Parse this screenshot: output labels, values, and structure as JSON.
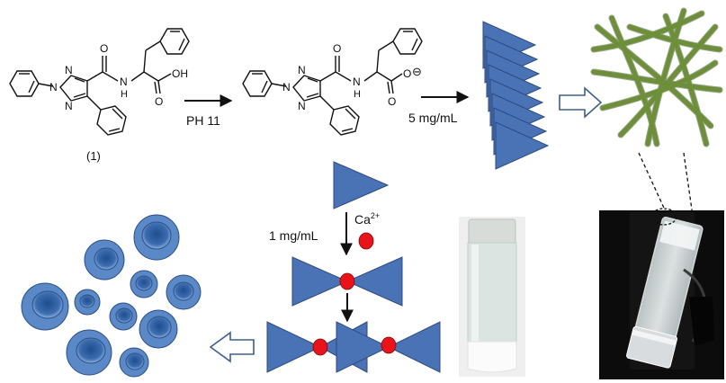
{
  "molecule1": {
    "label": "(1)",
    "atoms": {
      "n1": "N",
      "n2": "N",
      "n3": "N",
      "o_amide": "O",
      "nh": "N",
      "h": "H",
      "o_acid": "O",
      "oh": "OH"
    }
  },
  "molecule2": {
    "atoms": {
      "n1": "N",
      "n2": "N",
      "n3": "N",
      "o_amide": "O",
      "nh": "N",
      "h": "H",
      "o_a": "O",
      "o_b": "O",
      "charge": "⊖"
    }
  },
  "steps": {
    "ph": "PH 11",
    "conc_high": "5 mg/mL",
    "conc_low": "1 mg/mL",
    "ion": "Ca",
    "ion_charge": "2+"
  },
  "colors": {
    "triangle_fill": "#4a73b5",
    "triangle_stroke": "#2c4a80",
    "fiber": "#6e8f3a",
    "fiber_edge": "#3f5a1e",
    "calcium": "#e8141a",
    "vesicle": "#3e6eb0"
  },
  "icons": [
    "hollow-arrow-right-icon",
    "hollow-arrow-left-icon",
    "calcium-ion-icon"
  ]
}
